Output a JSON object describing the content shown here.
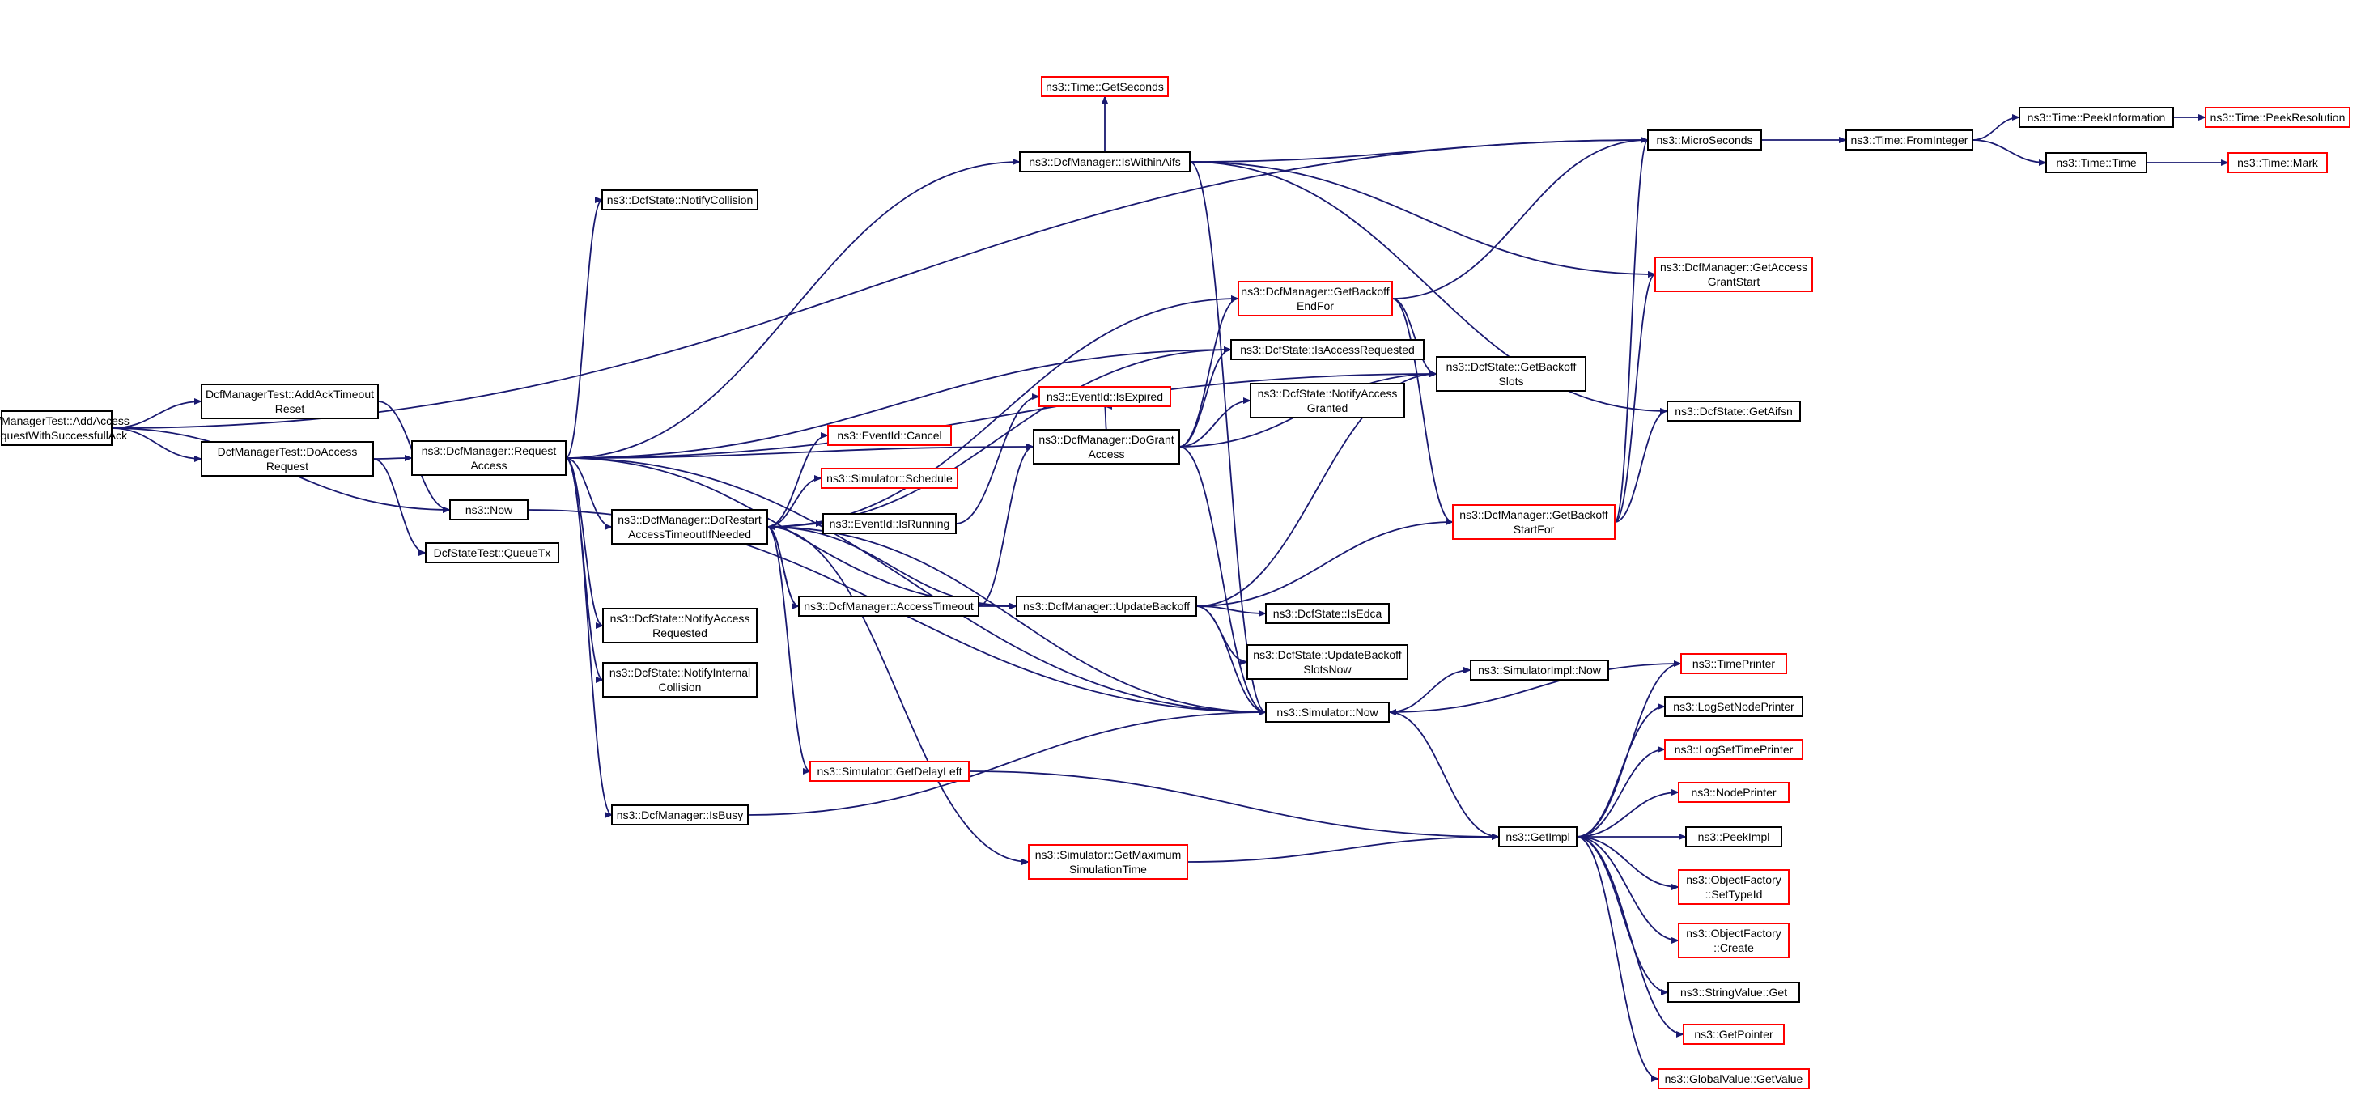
{
  "colors": {
    "edge": "#191970",
    "node_border": "#000000",
    "node_border_truncated": "#ff0000",
    "root_fill": "#bfbfbf",
    "node_fill": "#ffffff"
  },
  "nodes": [
    {
      "id": "root",
      "lines": [
        "DcfManagerTest::AddAccess",
        "RequestWithSuccessfullAck"
      ],
      "style": "root"
    },
    {
      "id": "addAckTimeoutReset",
      "lines": [
        "DcfManagerTest::AddAckTimeout",
        "Reset"
      ],
      "style": "normal"
    },
    {
      "id": "doAccessRequest",
      "lines": [
        "DcfManagerTest::DoAccess",
        "Request"
      ],
      "style": "normal"
    },
    {
      "id": "requestAccess",
      "lines": [
        "ns3::DcfManager::Request",
        "Access"
      ],
      "style": "normal"
    },
    {
      "id": "now",
      "lines": [
        "ns3::Now"
      ],
      "style": "normal"
    },
    {
      "id": "queueTx",
      "lines": [
        "DcfStateTest::QueueTx"
      ],
      "style": "normal"
    },
    {
      "id": "notifyCollision",
      "lines": [
        "ns3::DcfState::NotifyCollision"
      ],
      "style": "normal"
    },
    {
      "id": "doRestart",
      "lines": [
        "ns3::DcfManager::DoRestart",
        "AccessTimeoutIfNeeded"
      ],
      "style": "normal"
    },
    {
      "id": "notifyAccessRequested",
      "lines": [
        "ns3::DcfState::NotifyAccess",
        "Requested"
      ],
      "style": "normal"
    },
    {
      "id": "notifyInternalCollision",
      "lines": [
        "ns3::DcfState::NotifyInternal",
        "Collision"
      ],
      "style": "normal"
    },
    {
      "id": "isBusy",
      "lines": [
        "ns3::DcfManager::IsBusy"
      ],
      "style": "normal"
    },
    {
      "id": "eventCancel",
      "lines": [
        "ns3::EventId::Cancel"
      ],
      "style": "truncated"
    },
    {
      "id": "schedule",
      "lines": [
        "ns3::Simulator::Schedule"
      ],
      "style": "truncated"
    },
    {
      "id": "isRunning",
      "lines": [
        "ns3::EventId::IsRunning"
      ],
      "style": "normal"
    },
    {
      "id": "accessTimeout",
      "lines": [
        "ns3::DcfManager::AccessTimeout"
      ],
      "style": "normal"
    },
    {
      "id": "getDelayLeft",
      "lines": [
        "ns3::Simulator::GetDelayLeft"
      ],
      "style": "truncated"
    },
    {
      "id": "getMaxSimTime",
      "lines": [
        "ns3::Simulator::GetMaximum",
        "SimulationTime"
      ],
      "style": "truncated"
    },
    {
      "id": "isWithinAifs",
      "lines": [
        "ns3::DcfManager::IsWithinAifs"
      ],
      "style": "normal"
    },
    {
      "id": "timeGetSeconds",
      "lines": [
        "ns3::Time::GetSeconds"
      ],
      "style": "truncated"
    },
    {
      "id": "isExpired",
      "lines": [
        "ns3::EventId::IsExpired"
      ],
      "style": "truncated"
    },
    {
      "id": "doGrantAccess",
      "lines": [
        "ns3::DcfManager::DoGrant",
        "Access"
      ],
      "style": "normal"
    },
    {
      "id": "updateBackoff",
      "lines": [
        "ns3::DcfManager::UpdateBackoff"
      ],
      "style": "normal"
    },
    {
      "id": "getBackoffEndFor",
      "lines": [
        "ns3::DcfManager::GetBackoff",
        "EndFor"
      ],
      "style": "truncated"
    },
    {
      "id": "isAccessRequested",
      "lines": [
        "ns3::DcfState::IsAccessRequested"
      ],
      "style": "normal"
    },
    {
      "id": "notifyAccessGranted",
      "lines": [
        "ns3::DcfState::NotifyAccess",
        "Granted"
      ],
      "style": "normal"
    },
    {
      "id": "isEdca",
      "lines": [
        "ns3::DcfState::IsEdca"
      ],
      "style": "normal"
    },
    {
      "id": "updateBackoffSlotsNow",
      "lines": [
        "ns3::DcfState::UpdateBackoff",
        "SlotsNow"
      ],
      "style": "normal"
    },
    {
      "id": "simulatorNow",
      "lines": [
        "ns3::Simulator::Now"
      ],
      "style": "normal"
    },
    {
      "id": "getBackoffSlots",
      "lines": [
        "ns3::DcfState::GetBackoff",
        "Slots"
      ],
      "style": "normal"
    },
    {
      "id": "getBackoffStartFor",
      "lines": [
        "ns3::DcfManager::GetBackoff",
        "StartFor"
      ],
      "style": "truncated"
    },
    {
      "id": "microSeconds",
      "lines": [
        "ns3::MicroSeconds"
      ],
      "style": "normal"
    },
    {
      "id": "getAccessGrantStart",
      "lines": [
        "ns3::DcfManager::GetAccess",
        "GrantStart"
      ],
      "style": "truncated"
    },
    {
      "id": "getAifsn",
      "lines": [
        "ns3::DcfState::GetAifsn"
      ],
      "style": "normal"
    },
    {
      "id": "simImplNow",
      "lines": [
        "ns3::SimulatorImpl::Now"
      ],
      "style": "normal"
    },
    {
      "id": "getImpl",
      "lines": [
        "ns3::GetImpl"
      ],
      "style": "normal"
    },
    {
      "id": "timeFromInteger",
      "lines": [
        "ns3::Time::FromInteger"
      ],
      "style": "normal"
    },
    {
      "id": "peekInformation",
      "lines": [
        "ns3::Time::PeekInformation"
      ],
      "style": "normal"
    },
    {
      "id": "peekResolution",
      "lines": [
        "ns3::Time::PeekResolution"
      ],
      "style": "truncated"
    },
    {
      "id": "timeTime",
      "lines": [
        "ns3::Time::Time"
      ],
      "style": "normal"
    },
    {
      "id": "timeMark",
      "lines": [
        "ns3::Time::Mark"
      ],
      "style": "truncated"
    },
    {
      "id": "timePrinter",
      "lines": [
        "ns3::TimePrinter"
      ],
      "style": "truncated"
    },
    {
      "id": "logSetNodePrinter",
      "lines": [
        "ns3::LogSetNodePrinter"
      ],
      "style": "normal"
    },
    {
      "id": "logSetTimePrinter",
      "lines": [
        "ns3::LogSetTimePrinter"
      ],
      "style": "truncated"
    },
    {
      "id": "nodePrinter",
      "lines": [
        "ns3::NodePrinter"
      ],
      "style": "truncated"
    },
    {
      "id": "peekImpl",
      "lines": [
        "ns3::PeekImpl"
      ],
      "style": "normal"
    },
    {
      "id": "objFactorySetTypeId",
      "lines": [
        "ns3::ObjectFactory",
        "::SetTypeId"
      ],
      "style": "truncated"
    },
    {
      "id": "objFactoryCreate",
      "lines": [
        "ns3::ObjectFactory",
        "::Create"
      ],
      "style": "truncated"
    },
    {
      "id": "stringValueGet",
      "lines": [
        "ns3::StringValue::Get"
      ],
      "style": "normal"
    },
    {
      "id": "getPointer",
      "lines": [
        "ns3::GetPointer"
      ],
      "style": "truncated"
    },
    {
      "id": "globalValueGetValue",
      "lines": [
        "ns3::GlobalValue::GetValue"
      ],
      "style": "truncated"
    }
  ],
  "edges": [
    [
      "root",
      "addAckTimeoutReset"
    ],
    [
      "root",
      "doAccessRequest"
    ],
    [
      "root",
      "now"
    ],
    [
      "root",
      "microSeconds"
    ],
    [
      "addAckTimeoutReset",
      "now"
    ],
    [
      "doAccessRequest",
      "requestAccess"
    ],
    [
      "doAccessRequest",
      "queueTx"
    ],
    [
      "requestAccess",
      "notifyCollision"
    ],
    [
      "requestAccess",
      "doRestart"
    ],
    [
      "requestAccess",
      "notifyAccessRequested"
    ],
    [
      "requestAccess",
      "notifyInternalCollision"
    ],
    [
      "requestAccess",
      "isBusy"
    ],
    [
      "requestAccess",
      "isWithinAifs"
    ],
    [
      "requestAccess",
      "doGrantAccess"
    ],
    [
      "requestAccess",
      "updateBackoff"
    ],
    [
      "requestAccess",
      "simulatorNow"
    ],
    [
      "requestAccess",
      "getBackoffSlots"
    ],
    [
      "requestAccess",
      "isAccessRequested"
    ],
    [
      "now",
      "simulatorNow"
    ],
    [
      "doRestart",
      "eventCancel"
    ],
    [
      "doRestart",
      "schedule"
    ],
    [
      "doRestart",
      "isRunning"
    ],
    [
      "doRestart",
      "accessTimeout"
    ],
    [
      "doRestart",
      "getDelayLeft"
    ],
    [
      "doRestart",
      "getMaxSimTime"
    ],
    [
      "doRestart",
      "getBackoffEndFor"
    ],
    [
      "doRestart",
      "isAccessRequested"
    ],
    [
      "doRestart",
      "simulatorNow"
    ],
    [
      "doRestart",
      "updateBackoff"
    ],
    [
      "isRunning",
      "isExpired"
    ],
    [
      "accessTimeout",
      "doRestart"
    ],
    [
      "accessTimeout",
      "doGrantAccess"
    ],
    [
      "accessTimeout",
      "updateBackoff"
    ],
    [
      "isBusy",
      "simulatorNow"
    ],
    [
      "getDelayLeft",
      "getImpl"
    ],
    [
      "getMaxSimTime",
      "getImpl"
    ],
    [
      "isWithinAifs",
      "timeGetSeconds"
    ],
    [
      "isWithinAifs",
      "microSeconds"
    ],
    [
      "isWithinAifs",
      "simulatorNow"
    ],
    [
      "isWithinAifs",
      "getAccessGrantStart"
    ],
    [
      "isWithinAifs",
      "getAifsn"
    ],
    [
      "doGrantAccess",
      "isExpired"
    ],
    [
      "doGrantAccess",
      "getBackoffEndFor"
    ],
    [
      "doGrantAccess",
      "isAccessRequested"
    ],
    [
      "doGrantAccess",
      "notifyAccessGranted"
    ],
    [
      "doGrantAccess",
      "getBackoffSlots"
    ],
    [
      "doGrantAccess",
      "simulatorNow"
    ],
    [
      "updateBackoff",
      "isEdca"
    ],
    [
      "updateBackoff",
      "updateBackoffSlotsNow"
    ],
    [
      "updateBackoff",
      "simulatorNow"
    ],
    [
      "updateBackoff",
      "getBackoffSlots"
    ],
    [
      "updateBackoff",
      "getBackoffStartFor"
    ],
    [
      "getBackoffEndFor",
      "microSeconds"
    ],
    [
      "getBackoffEndFor",
      "getBackoffSlots"
    ],
    [
      "getBackoffEndFor",
      "getBackoffStartFor"
    ],
    [
      "getBackoffStartFor",
      "microSeconds"
    ],
    [
      "getBackoffStartFor",
      "getAccessGrantStart"
    ],
    [
      "getBackoffStartFor",
      "getAifsn"
    ],
    [
      "simulatorNow",
      "simImplNow"
    ],
    [
      "simulatorNow",
      "getImpl"
    ],
    [
      "microSeconds",
      "timeFromInteger"
    ],
    [
      "timeFromInteger",
      "peekInformation"
    ],
    [
      "timeFromInteger",
      "timeTime"
    ],
    [
      "peekInformation",
      "peekResolution"
    ],
    [
      "timeTime",
      "timeMark"
    ],
    [
      "timePrinter",
      "simulatorNow"
    ],
    [
      "getImpl",
      "timePrinter"
    ],
    [
      "getImpl",
      "logSetNodePrinter"
    ],
    [
      "getImpl",
      "logSetTimePrinter"
    ],
    [
      "getImpl",
      "nodePrinter"
    ],
    [
      "getImpl",
      "peekImpl"
    ],
    [
      "getImpl",
      "objFactorySetTypeId"
    ],
    [
      "getImpl",
      "objFactoryCreate"
    ],
    [
      "getImpl",
      "stringValueGet"
    ],
    [
      "getImpl",
      "getPointer"
    ],
    [
      "getImpl",
      "globalValueGetValue"
    ]
  ]
}
